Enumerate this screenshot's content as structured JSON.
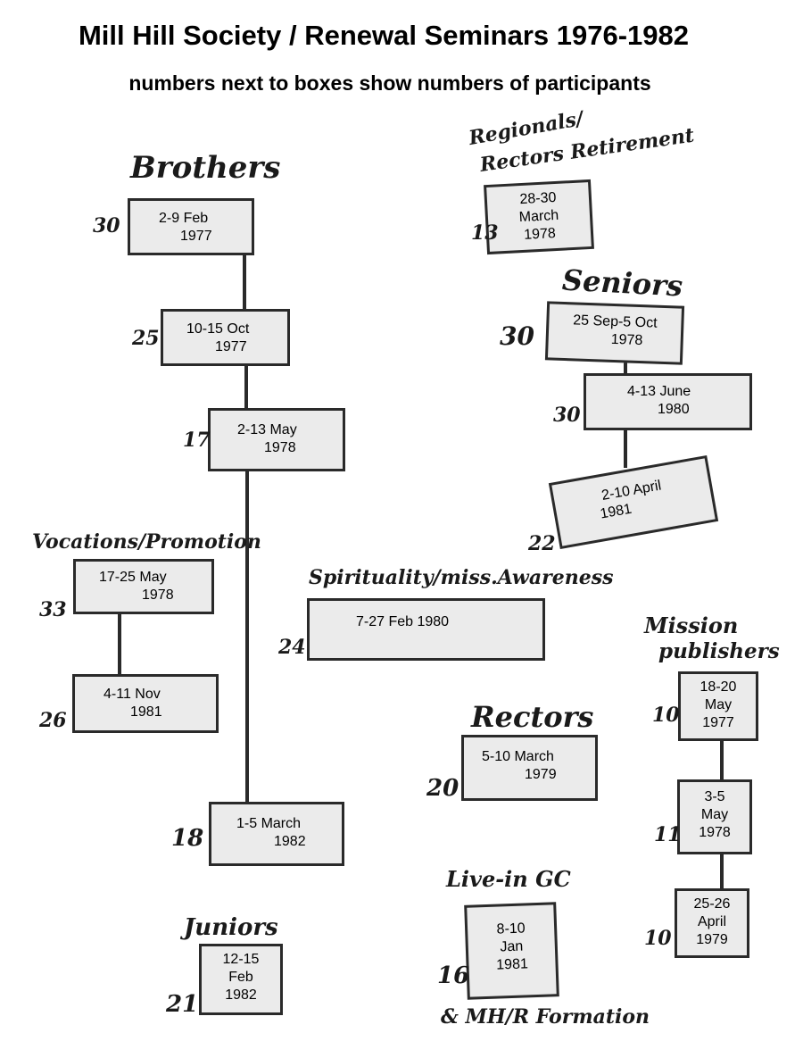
{
  "title": "Mill Hill Society / Renewal Seminars 1976-1982",
  "subtitle": "numbers next to boxes show numbers of participants",
  "groups": {
    "brothers": "Brothers",
    "regionals_line1": "Regionals/",
    "regionals_line2": "Rectors Retirement",
    "seniors": "Seniors",
    "vocations": "Vocations/Promotion",
    "spirituality": "Spirituality/miss.Awareness",
    "mission_line1": "Mission",
    "mission_line2": "publishers",
    "rectors": "Rectors",
    "livein": "Live-in GC",
    "formation": "& MH/R Formation",
    "juniors": "Juniors"
  },
  "seminars": {
    "brothers": [
      {
        "dates": "2-9 Feb",
        "year": "1977",
        "participants": "30"
      },
      {
        "dates": "10-15 Oct",
        "year": "1977",
        "participants": "25"
      },
      {
        "dates": "2-13 May",
        "year": "1978",
        "participants": "17"
      },
      {
        "dates": "1-5 March",
        "year": "1982",
        "participants": "18"
      }
    ],
    "regionals": [
      {
        "line1": "28-30",
        "line2": "March",
        "line3": "1978",
        "participants": "13"
      }
    ],
    "seniors": [
      {
        "dates": "25 Sep-5 Oct",
        "year": "1978",
        "participants": "30"
      },
      {
        "dates": "4-13 June",
        "year": "1980",
        "participants": "30"
      },
      {
        "dates": "2-10 April",
        "year": "1981",
        "participants": "22"
      }
    ],
    "vocations": [
      {
        "dates": "17-25 May",
        "year": "1978",
        "participants": "33"
      },
      {
        "dates": "4-11 Nov",
        "year": "1981",
        "participants": "26"
      }
    ],
    "spirituality": [
      {
        "dates": "7-27 Feb 1980",
        "participants": "24"
      }
    ],
    "mission": [
      {
        "line1": "18-20",
        "line2": "May",
        "line3": "1977",
        "participants": "10"
      },
      {
        "line1": "3-5",
        "line2": "May",
        "line3": "1978",
        "participants": "11"
      },
      {
        "line1": "25-26",
        "line2": "April",
        "line3": "1979",
        "participants": "10"
      }
    ],
    "rectors": [
      {
        "dates": "5-10 March",
        "year": "1979",
        "participants": "20"
      }
    ],
    "livein": [
      {
        "line1": "8-10",
        "line2": "Jan",
        "line3": "1981",
        "participants": "16"
      }
    ],
    "juniors": [
      {
        "line1": "12-15",
        "line2": "Feb",
        "line3": "1982",
        "participants": "21"
      }
    ]
  }
}
